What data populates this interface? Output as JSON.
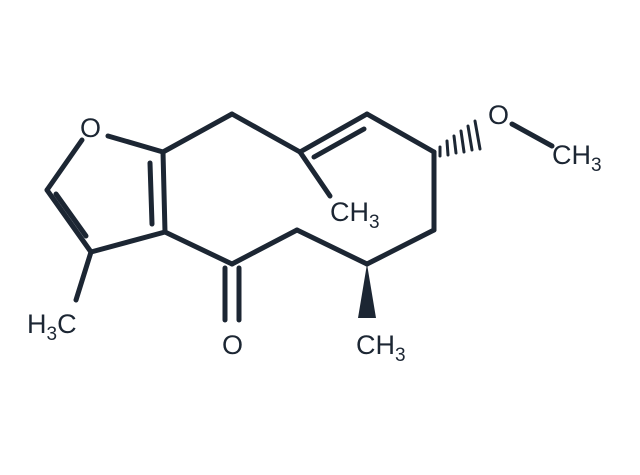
{
  "structure": {
    "bond_color": "#1c2633",
    "atoms": {
      "furan_oxygen": "O",
      "ketone_oxygen": "O",
      "methoxy_oxygen": "O",
      "methoxy_methyl": {
        "symbol": "CH",
        "subscript": "3"
      },
      "alkene_methyl": {
        "symbol": "CH",
        "subscript": "3"
      },
      "furan_methyl": {
        "prefix": "H",
        "subscript": "3",
        "suffix": "C"
      },
      "ring_methyl": {
        "symbol": "CH",
        "subscript": "3"
      }
    }
  }
}
